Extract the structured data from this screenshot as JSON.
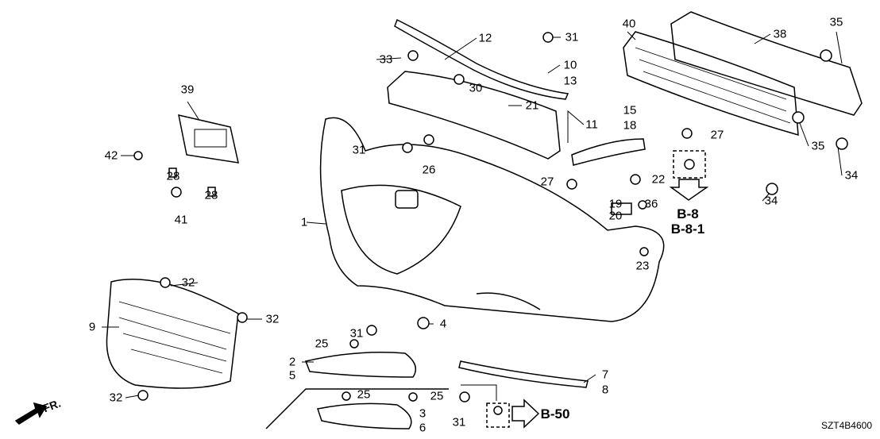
{
  "diagram_code": "SZT4B4600",
  "front_label": "FR.",
  "references": [
    "B-8",
    "B-8-1",
    "B-50"
  ],
  "part_labels": [
    "12",
    "31",
    "33",
    "10",
    "13",
    "30",
    "21",
    "11",
    "40",
    "38",
    "35",
    "39",
    "42",
    "28",
    "28",
    "41",
    "31",
    "26",
    "15",
    "18",
    "27",
    "22",
    "27",
    "35",
    "34",
    "34",
    "19",
    "20",
    "36",
    "23",
    "1",
    "32",
    "9",
    "32",
    "32",
    "31",
    "4",
    "25",
    "2",
    "5",
    "25",
    "25",
    "3",
    "6",
    "7",
    "8",
    "31"
  ]
}
